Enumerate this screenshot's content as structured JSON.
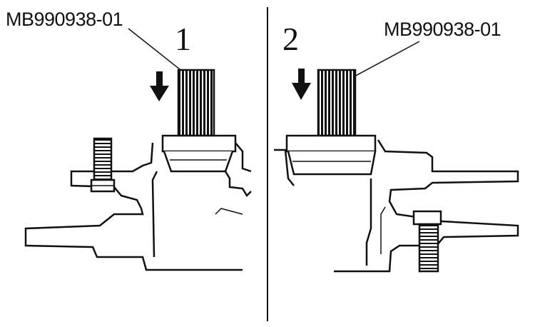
{
  "panels": [
    {
      "step": "1",
      "tool_label": "MB990938-01",
      "arrow": "down-arrow-icon"
    },
    {
      "step": "2",
      "tool_label": "MB990938-01",
      "arrow": "down-arrow-icon"
    }
  ],
  "colors": {
    "ink": "#111111",
    "background": "#ffffff"
  }
}
